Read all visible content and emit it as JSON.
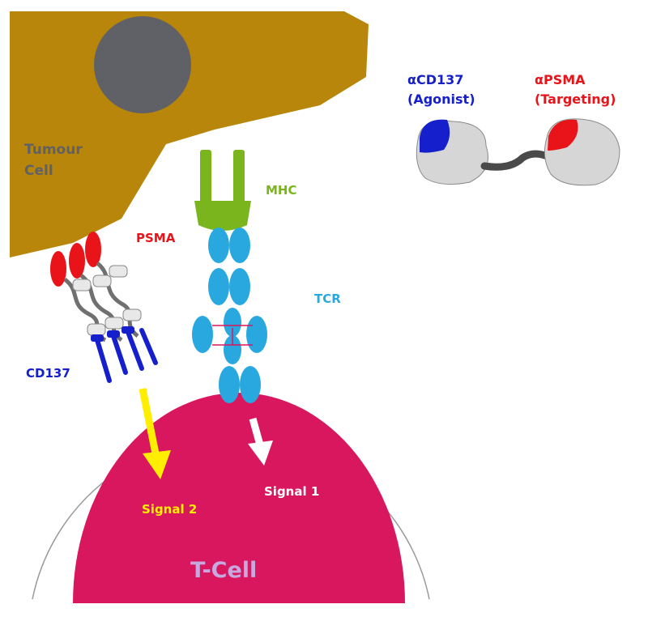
{
  "labels": {
    "tumour_line1": "Tumour",
    "tumour_line2": "Cell",
    "mhc": "MHC",
    "psma": "PSMA",
    "tcr": "TCR",
    "cd137": "CD137",
    "signal1": "Signal 1",
    "signal2": "Signal 2",
    "tcell": "T-Cell"
  },
  "molecule": {
    "left_line1": "αCD137",
    "left_line2": "(Agonist)",
    "right_line1": "αPSMA",
    "right_line2": "(Targeting)"
  },
  "colors": {
    "tumour": "#b8860b",
    "nucleus": "#5f6166",
    "tcell": "#d9175f",
    "mhc": "#7ab51d",
    "tcr": "#29a8e0",
    "psma_red": "#e8141a",
    "cd137_blue": "#1520cc",
    "signal2_arrow": "#ffee00",
    "signal1_arrow": "#ffffff",
    "tcell_label": "#c9a8e0",
    "membrane_outline": "#9a9a9a"
  }
}
